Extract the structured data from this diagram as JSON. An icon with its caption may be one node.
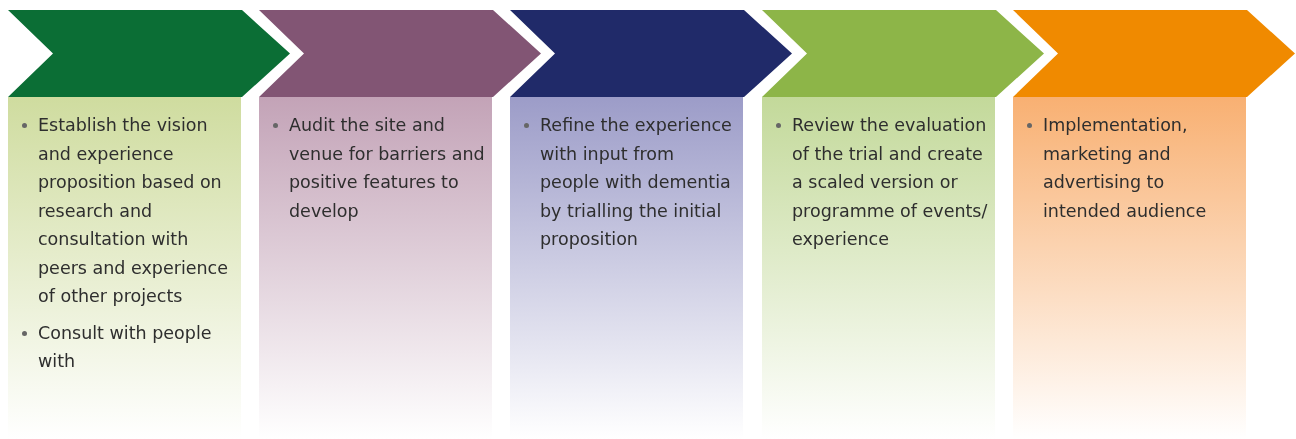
{
  "diagram": {
    "nodes": [
      {
        "text": [
          "Establish the vision and experience proposition based on research and consultation with peers and experience of other projects",
          "Consult with people with"
        ]
      },
      {
        "text": [
          "Audit the site and venue for barriers and positive features to develop"
        ]
      },
      {
        "text": [
          "Refine the experience with input from people with dementia by trialling the initial proposition"
        ]
      },
      {
        "text": [
          "Review the evaluation of the trial and create a scaled version or programme of events/ experience"
        ]
      },
      {
        "text": [
          "Implementation, marketing and advertising to intended audience"
        ]
      }
    ]
  }
}
